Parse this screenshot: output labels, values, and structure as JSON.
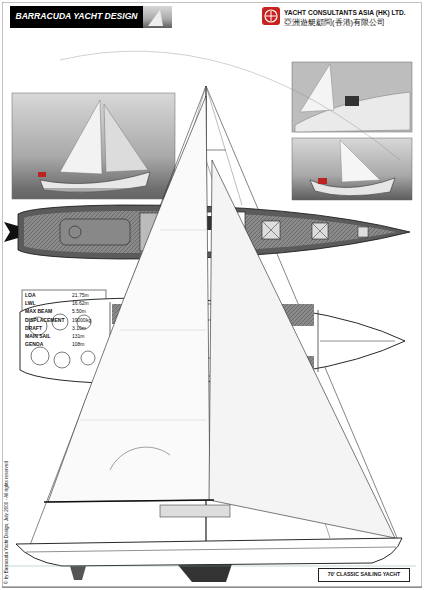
{
  "diagram": {
    "nodes": [
      {
        "text": [
          "BARRACUDA YACHT DESIGN"
        ]
      },
      {
        "text": [
          "70' CLASSIC SAILING YACHT"
        ]
      }
    ],
    "labels": [
      "YACHT CONSULTANTS ASIA (HK) LTD.",
      "亞洲遊艇顧問(香港)有限公司",
      "LOA",
      "21.75m",
      "LWL",
      "16.62m",
      "MAX BEAM",
      "5.50m",
      "DISPLACEMENT",
      "19000kg",
      "DRAFT",
      "3.10m",
      "MAIN SAIL",
      "131m",
      "GENOA",
      "108m",
      "© by Barracuda Yacht Design, July 2000 - All rights reserved"
    ]
  }
}
